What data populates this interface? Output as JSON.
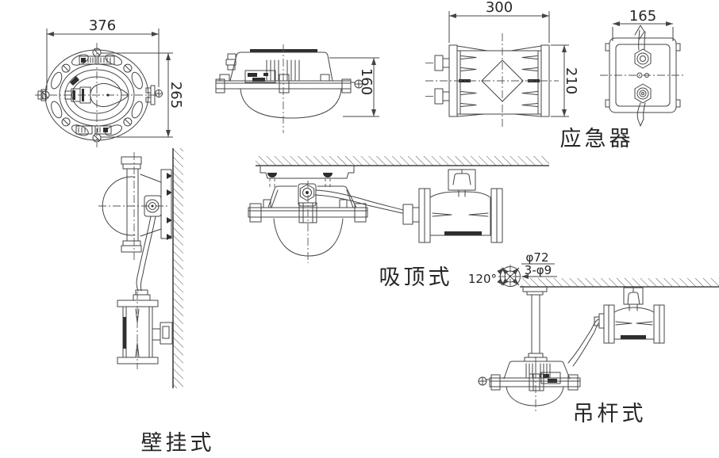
{
  "page": {
    "background": "#ffffff",
    "line_color": "#444444",
    "text_color": "#262626"
  },
  "views": {
    "lamp_front": {
      "width_dim": "376",
      "height_dim": "265"
    },
    "lamp_side": {
      "height_dim": "160"
    },
    "emergency_box_side": {
      "width_dim": "300",
      "height_dim": "210"
    },
    "emergency_box_end": {
      "width_dim": "165"
    },
    "labels": {
      "emergency_device": "应急器",
      "ceiling_mount": "吸顶式",
      "wall_mount": "壁挂式",
      "pendant_mount": "吊杆式"
    },
    "pendant_flange": {
      "bolt_circle_dia": "φ72",
      "mounting_holes": "3-φ9",
      "hole_angle": "120°"
    }
  }
}
